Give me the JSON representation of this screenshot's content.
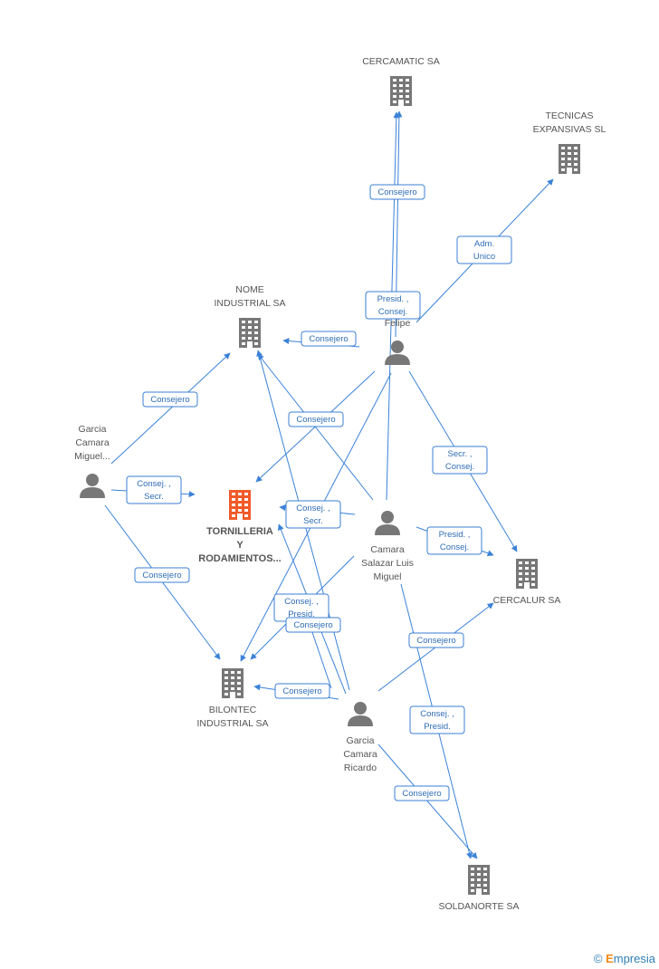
{
  "colors": {
    "edge": "#3b82d8",
    "node": "#777777",
    "main_node": "#f05a28"
  },
  "nodes": [
    {
      "id": "cercamatic",
      "type": "company",
      "lines": [
        "CERCAMATIC SA"
      ]
    },
    {
      "id": "tecnicas",
      "type": "company",
      "lines": [
        "TECNICAS",
        "EXPANSIVAS SL"
      ]
    },
    {
      "id": "nome",
      "type": "company",
      "lines": [
        "NOME",
        "INDUSTRIAL SA"
      ]
    },
    {
      "id": "felipe",
      "type": "person",
      "lines": [
        "Felipe"
      ]
    },
    {
      "id": "miguel",
      "type": "person",
      "lines": [
        "Garcia",
        "Camara",
        "Miguel..."
      ]
    },
    {
      "id": "tornilleria",
      "type": "main",
      "lines": [
        "TORNILLERIA",
        "Y",
        "RODAMIENTOS..."
      ]
    },
    {
      "id": "salazar",
      "type": "person",
      "lines": [
        "Camara",
        "Salazar Luis",
        "Miguel"
      ]
    },
    {
      "id": "cercalur",
      "type": "company",
      "lines": [
        "CERCALUR SA"
      ]
    },
    {
      "id": "bilontec",
      "type": "company",
      "lines": [
        "BILONTEC",
        "INDUSTRIAL SA"
      ]
    },
    {
      "id": "ricardo",
      "type": "person",
      "lines": [
        "Garcia",
        "Camara",
        "Ricardo"
      ]
    },
    {
      "id": "soldanorte",
      "type": "company",
      "lines": [
        "SOLDANORTE SA"
      ]
    }
  ],
  "edges": [
    {
      "from": "felipe",
      "to": "cercamatic",
      "lines": [
        "Consejero"
      ]
    },
    {
      "from": "felipe",
      "to": "tecnicas",
      "lines": [
        "Adm.",
        "Unico"
      ]
    },
    {
      "from": "felipe",
      "to": "nome",
      "lines": [
        "Consejero"
      ]
    },
    {
      "from": "felipe",
      "to": "tornilleria",
      "lines": [
        "Consejero"
      ]
    },
    {
      "from": "felipe",
      "to": "cercalur",
      "lines": [
        "Secr. ,",
        "Consej."
      ]
    },
    {
      "from": "felipe",
      "to": "bilontec",
      "lines": []
    },
    {
      "from": "salazar",
      "to": "cercamatic",
      "lines": [
        "Presid. ,",
        "Consej."
      ]
    },
    {
      "from": "salazar",
      "to": "nome",
      "lines": []
    },
    {
      "from": "salazar",
      "to": "tornilleria",
      "lines": [
        "Consej. ,",
        "Secr."
      ]
    },
    {
      "from": "salazar",
      "to": "cercalur",
      "lines": [
        "Presid. ,",
        "Consej."
      ]
    },
    {
      "from": "salazar",
      "to": "bilontec",
      "lines": [
        "Consej. ,",
        "Presid."
      ]
    },
    {
      "from": "salazar",
      "to": "soldanorte",
      "lines": [
        "Consej. ,",
        "Presid."
      ]
    },
    {
      "from": "miguel",
      "to": "nome",
      "lines": [
        "Consejero"
      ]
    },
    {
      "from": "miguel",
      "to": "tornilleria",
      "lines": [
        "Consej. ,",
        "Secr."
      ]
    },
    {
      "from": "miguel",
      "to": "bilontec",
      "lines": [
        "Consejero"
      ]
    },
    {
      "from": "ricardo",
      "to": "nome",
      "lines": []
    },
    {
      "from": "ricardo",
      "to": "tornilleria",
      "lines": []
    },
    {
      "from": "ricardo",
      "to": "bilontec",
      "lines": [
        "Consejero"
      ]
    },
    {
      "from": "ricardo",
      "to": "cercalur",
      "lines": [
        "Consejero"
      ]
    },
    {
      "from": "ricardo",
      "to": "soldanorte",
      "lines": [
        "Consejero"
      ]
    },
    {
      "from": "ricardo",
      "to": "nome",
      "lines": [
        "Consejero"
      ]
    }
  ],
  "watermark": {
    "symbol": "©",
    "brand_initial": "E",
    "brand_rest": "mpresia"
  }
}
